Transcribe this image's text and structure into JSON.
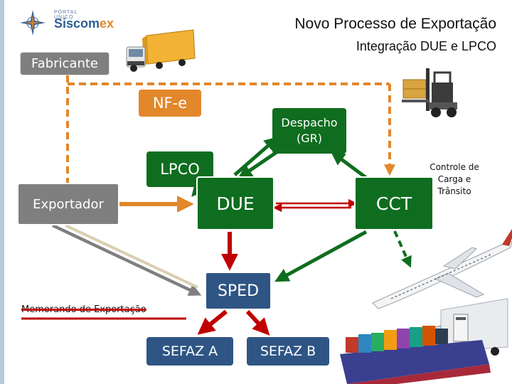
{
  "header": {
    "title": "Novo Processo de Exportação",
    "subtitle": "Integração DUE e LPCO"
  },
  "logo": {
    "top_text": "PORTAL ÚNICO",
    "brand_a": "Siscom",
    "brand_b": "ex"
  },
  "nodes": {
    "fabricante": "Fabricante",
    "nfe": "NF-e",
    "despacho_line1": "Despacho",
    "despacho_line2": "(GR)",
    "lpco": "LPCO",
    "exportador": "Exportador",
    "due": "DUE",
    "cct": "CCT",
    "sped": "SPED",
    "sefaz_a": "SEFAZ A",
    "sefaz_b": "SEFAZ B"
  },
  "labels": {
    "controle_line1": "Controle de",
    "controle_line2": "Carga e",
    "controle_line3": "Trânsito",
    "memorando": "Memorando de Exportação"
  },
  "colors": {
    "orange": "#e2872a",
    "green": "#0f6d1f",
    "blue": "#2f5584",
    "gray": "#7f7f7f",
    "red": "#c00000"
  },
  "icons": [
    "compass-rose-icon",
    "truck-icon",
    "forklift-icon",
    "airplane-icon",
    "cargo-ship-icon",
    "semi-truck-icon"
  ]
}
